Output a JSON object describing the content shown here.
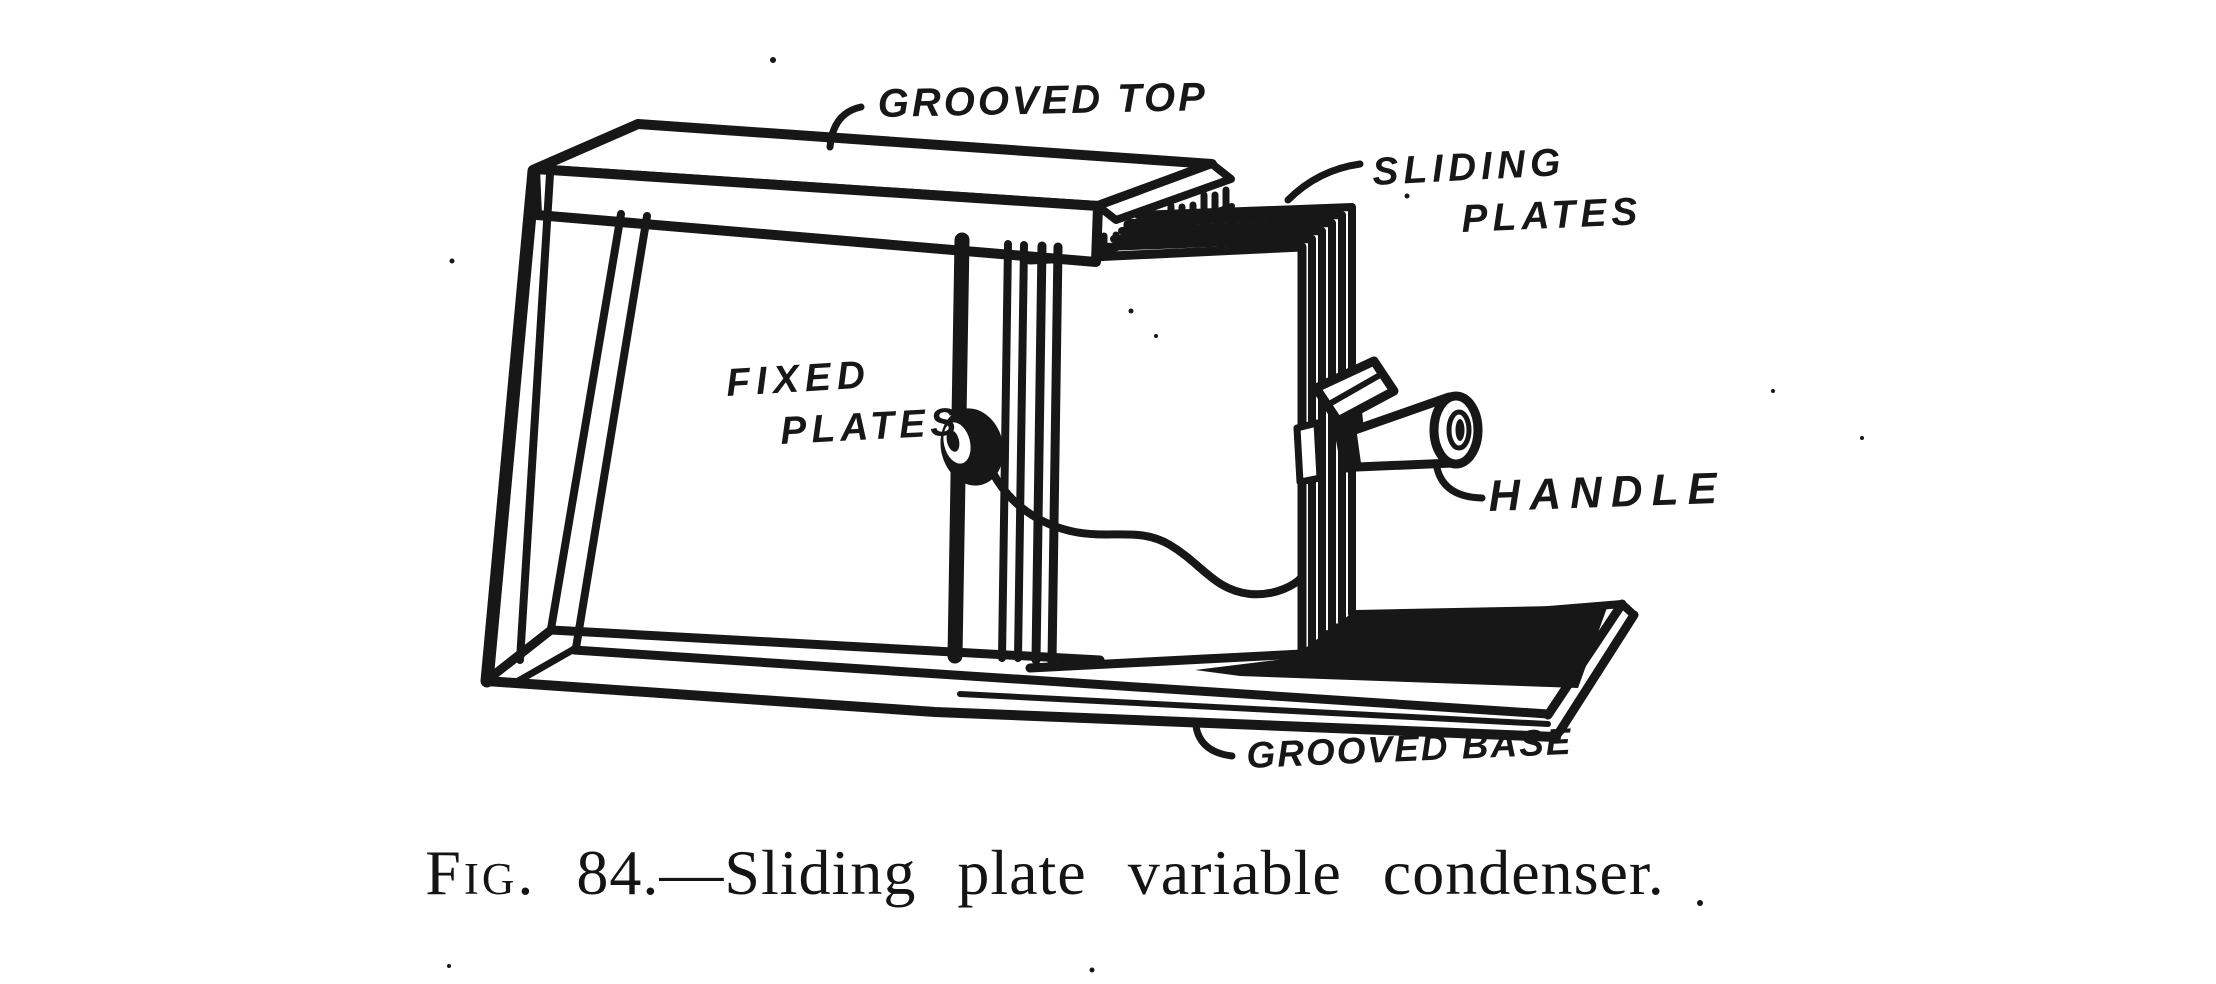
{
  "figure": {
    "labels": {
      "grooved_top": "GROOVED TOP",
      "sliding_plates": {
        "line1": "SLIDING",
        "line2": "PLATES"
      },
      "fixed_plates": {
        "line1": "FIXED",
        "line2": "PLATES"
      },
      "handle": "HANDLE",
      "grooved_base": "GROOVED BASE"
    },
    "caption": {
      "fig_label": "Fig.",
      "number": "84.",
      "separator": "—",
      "title": "Sliding plate variable condenser."
    },
    "colors": {
      "ink": "#171717",
      "paper": "#ffffff"
    }
  }
}
